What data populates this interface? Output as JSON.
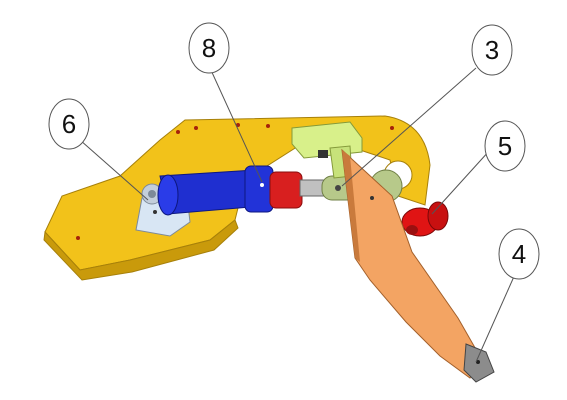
{
  "callouts": [
    {
      "id": "part-6",
      "label": "6"
    },
    {
      "id": "part-8",
      "label": "8"
    },
    {
      "id": "part-3",
      "label": "3"
    },
    {
      "id": "part-5",
      "label": "5"
    },
    {
      "id": "part-4",
      "label": "4"
    }
  ],
  "colors": {
    "base_plate": "#f2c21a",
    "base_plate_dark": "#c99a0b",
    "cylinder": "#1f2fd0",
    "cylinder_dark": "#0d1780",
    "rod_collar": "#d81f1f",
    "bracket": "#d8e6f4",
    "lever_arm": "#f3a463",
    "lever_arm_dark": "#c97a3c",
    "clevis": "#b7c98a",
    "top_block": "#d8f08a",
    "red_roller": "#e01414",
    "tip_block": "#8c8c8c"
  }
}
